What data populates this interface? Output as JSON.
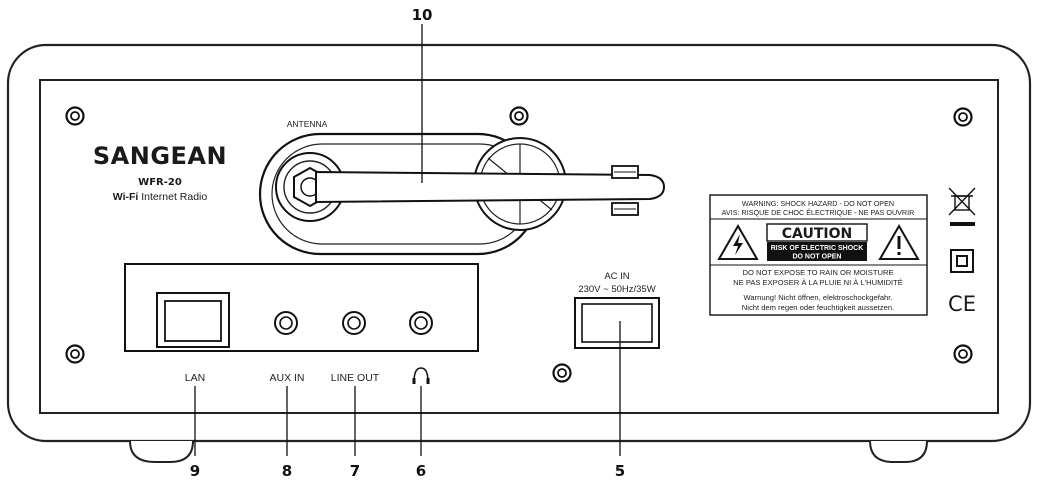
{
  "brand": {
    "logo": "SANGEAN",
    "model": "WFR-20",
    "tagline_bold": "Wi-Fi",
    "tagline_rest": " Internet Radio"
  },
  "labels": {
    "antenna": "ANTENNA",
    "lan": "LAN",
    "aux_in": "AUX IN",
    "line_out": "LINE OUT",
    "ac_in": "AC IN",
    "ac_spec": "230V ~ 50Hz/35W"
  },
  "callouts": {
    "antenna": "10",
    "lan": "9",
    "aux_in": "8",
    "line_out": "7",
    "headphone": "6",
    "ac_in": "5"
  },
  "warning_label": {
    "line1": "WARNING: SHOCK HAZARD - DO NOT OPEN",
    "line2": "AVIS: RISQUE DE CHOC ÉLECTRIQUE - NE PAS OUVRIR",
    "caution_title": "CAUTION",
    "caution_sub1": "RISK OF ELECTRIC SHOCK",
    "caution_sub2": "DO NOT OPEN",
    "line3": "DO NOT EXPOSE TO RAIN OR MOISTURE",
    "line4": "NE PAS EXPOSER À LA PLUIE NI À L'HUMIDITÉ",
    "line5": "Warnung! Nicht öffnen, elektroschockgefahr.",
    "line6": "Nicht dem regen oder feuchtigkeit aussetzen."
  },
  "marks": {
    "ce": "CE"
  },
  "icons": [
    "screw-icon",
    "headphone-icon",
    "weee-bin-icon",
    "double-insulation-icon",
    "ce-mark-icon",
    "lightning-warning-icon",
    "exclamation-warning-icon"
  ]
}
